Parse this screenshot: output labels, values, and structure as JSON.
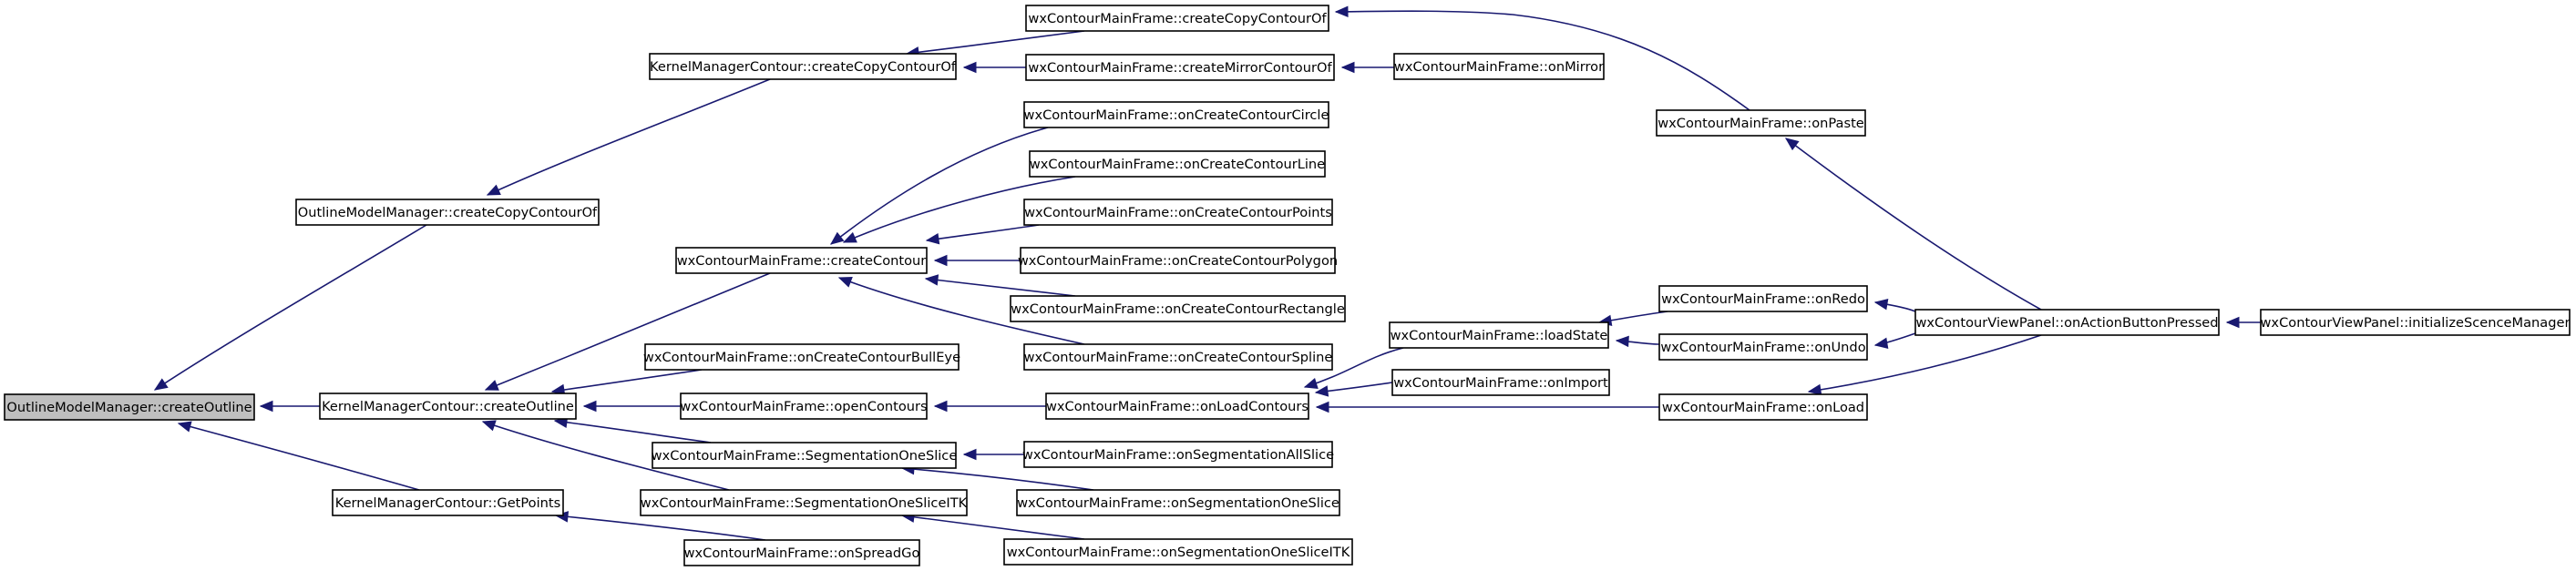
{
  "nodes": {
    "root": "OutlineModelManager::createOutline",
    "omm_copy": "OutlineModelManager::createCopyContourOf",
    "kmc_outline": "KernelManagerContour::createOutline",
    "kmc_getpoints": "KernelManagerContour::GetPoints",
    "kmc_copy": "KernelManagerContour::createCopyContourOf",
    "cmf_createcopy": "wxContourMainFrame::createCopyContourOf",
    "cmf_createmirror": "wxContourMainFrame::createMirrorContourOf",
    "cmf_onmirror": "wxContourMainFrame::onMirror",
    "cmf_onpaste": "wxContourMainFrame::onPaste",
    "cmf_createcontour": "wxContourMainFrame::createContour",
    "cmf_oncircle": "wxContourMainFrame::onCreateContourCircle",
    "cmf_online": "wxContourMainFrame::onCreateContourLine",
    "cmf_onpoints": "wxContourMainFrame::onCreateContourPoints",
    "cmf_onpolygon": "wxContourMainFrame::onCreateContourPolygon",
    "cmf_onrect": "wxContourMainFrame::onCreateContourRectangle",
    "cmf_onspline": "wxContourMainFrame::onCreateContourSpline",
    "cmf_onbulleye": "wxContourMainFrame::onCreateContourBullEye",
    "cmf_opencontours": "wxContourMainFrame::openContours",
    "cmf_onloadcontours": "wxContourMainFrame::onLoadContours",
    "cmf_loadstate": "wxContourMainFrame::loadState",
    "cmf_onimport": "wxContourMainFrame::onImport",
    "cmf_onredo": "wxContourMainFrame::onRedo",
    "cmf_onundo": "wxContourMainFrame::onUndo",
    "cmf_onload": "wxContourMainFrame::onLoad",
    "cvp_onaction": "wxContourViewPanel::onActionButtonPressed",
    "cvp_init": "wxContourViewPanel::initializeScenceManager",
    "cmf_segslice": "wxContourMainFrame::SegmentationOneSlice",
    "cmf_segsliceitk": "wxContourMainFrame::SegmentationOneSliceITK",
    "cmf_onsegall": "wxContourMainFrame::onSegmentationAllSlice",
    "cmf_onsegone": "wxContourMainFrame::onSegmentationOneSlice",
    "cmf_onsegoneitk": "wxContourMainFrame::onSegmentationOneSliceITK",
    "cmf_onspreadgo": "wxContourMainFrame::onSpreadGo"
  }
}
